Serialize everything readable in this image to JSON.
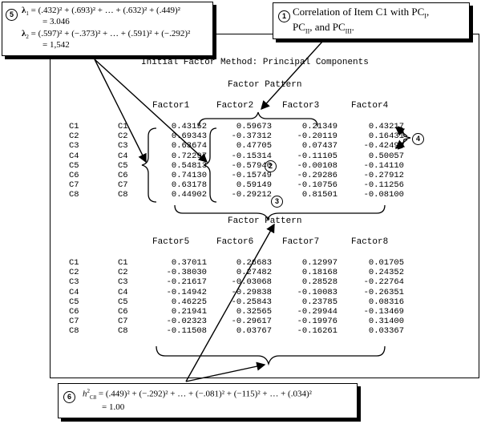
{
  "output": {
    "method_title": "Initial Factor Method: Principal Components",
    "table1_title": "Factor Pattern",
    "table1_headers": [
      "Factor1",
      "Factor2",
      "Factor3",
      "Factor4"
    ],
    "table1_rows": [
      [
        "C1",
        "C1",
        "0.43152",
        "0.59673",
        "0.21349",
        "0.43217"
      ],
      [
        "C2",
        "C2",
        "0.69343",
        "-0.37312",
        "-0.20119",
        "0.16431"
      ],
      [
        "C3",
        "C3",
        "0.63674",
        "0.47705",
        "0.07437",
        "-0.42494"
      ],
      [
        "C4",
        "C4",
        "0.72297",
        "-0.15314",
        "-0.11105",
        "0.50057"
      ],
      [
        "C5",
        "C5",
        "0.54813",
        "-0.57940",
        "-0.00108",
        "-0.14110"
      ],
      [
        "C6",
        "C6",
        "0.74130",
        "-0.15749",
        "-0.29286",
        "-0.27912"
      ],
      [
        "C7",
        "C7",
        "0.63178",
        "0.59149",
        "-0.10756",
        "-0.11256"
      ],
      [
        "C8",
        "C8",
        "0.44902",
        "-0.29212",
        "0.81501",
        "-0.08100"
      ]
    ],
    "table2_title": "Factor Pattern",
    "table2_headers": [
      "Factor5",
      "Factor6",
      "Factor7",
      "Factor8"
    ],
    "table2_rows": [
      [
        "C1",
        "C1",
        "0.37011",
        "0.26683",
        "0.12997",
        "0.01705"
      ],
      [
        "C2",
        "C2",
        "-0.38030",
        "0.27482",
        "0.18168",
        "0.24352"
      ],
      [
        "C3",
        "C3",
        "-0.21617",
        "-0.03068",
        "0.28528",
        "-0.22764"
      ],
      [
        "C4",
        "C4",
        "-0.14942",
        "-0.29838",
        "-0.10083",
        "-0.26351"
      ],
      [
        "C5",
        "C5",
        "0.46225",
        "-0.25843",
        "0.23785",
        "0.08316"
      ],
      [
        "C6",
        "C6",
        "0.21941",
        "0.32565",
        "-0.29944",
        "-0.13469"
      ],
      [
        "C7",
        "C7",
        "-0.02323",
        "-0.29617",
        "-0.19976",
        "0.31400"
      ],
      [
        "C8",
        "C8",
        "-0.11508",
        "0.03767",
        "-0.16261",
        "0.03367"
      ]
    ]
  },
  "annotations": {
    "a1": {
      "num": "1",
      "line1": "Correlation of Item C1 with PC",
      "sub1": "I",
      "sep1": ",",
      "line2": "PC",
      "sub2": "II",
      "mid": ", and PC",
      "sub3": "III",
      "end": "."
    },
    "a2": {
      "num": "2"
    },
    "a3": {
      "num": "3"
    },
    "a4": {
      "num": "4"
    },
    "a5": {
      "num": "5",
      "lam1": "λ",
      "lam1_sub": "1",
      "lam1_expr": " = (.432)² + (.693)² + … + (.632)² + (.449)²",
      "lam1_val": "= 3.046",
      "lam2": "λ",
      "lam2_sub": "2",
      "lam2_expr": " = (.597)² + (−.373)² + … + (.591)² + (−.292)²",
      "lam2_val": "= 1,542"
    },
    "a6": {
      "num": "6",
      "h": "h",
      "h_sup": "2",
      "h_sub": "C8",
      "h_expr": " = (.449)² + (−.292)² + … + (−.081)² + (−115)² + … + (.034)²",
      "h_val": "= 1.00"
    }
  }
}
